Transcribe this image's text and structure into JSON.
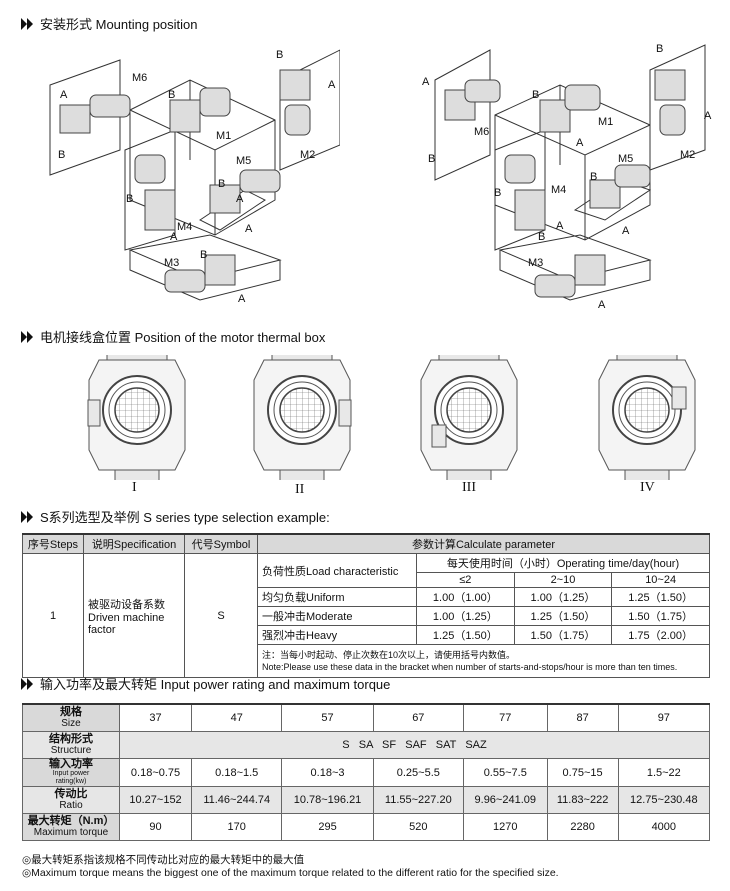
{
  "sections": {
    "mounting": "安装形式 Mounting position",
    "thermal": "电机接线盒位置 Position of the motor thermal box",
    "selection": "S系列选型及举例 S series type selection example:",
    "power": "输入功率及最大转矩 Input power rating and maximum torque"
  },
  "mounting_labels": {
    "A": "A",
    "B": "B",
    "M1": "M1",
    "M2": "M2",
    "M3": "M3",
    "M4": "M4",
    "M5": "M5",
    "M6": "M6"
  },
  "thermal_positions": [
    "I",
    "II",
    "III",
    "IV"
  ],
  "selection_table": {
    "steps_header": "序号Steps",
    "spec_header": "说明Specification",
    "symbol_header": "代号Symbol",
    "calc_header": "参数计算Calculate parameter",
    "load_header": "负荷性质Load characteristic",
    "time_header": "每天使用时间（小时）Operating time/day(hour)",
    "time_cols": [
      "≤2",
      "2~10",
      "10~24"
    ],
    "step": "1",
    "spec_cn": "被驱动设备系数",
    "spec_en1": "Driven machine",
    "spec_en2": "factor",
    "symbol": "S",
    "rows": [
      {
        "load": "均匀负载Uniform",
        "v": [
          "1.00（1.00）",
          "1.00（1.25）",
          "1.25（1.50）"
        ]
      },
      {
        "load": "一般冲击Moderate",
        "v": [
          "1.00（1.25）",
          "1.25（1.50）",
          "1.50（1.75）"
        ]
      },
      {
        "load": "强烈冲击Heavy",
        "v": [
          "1.25（1.50）",
          "1.50（1.75）",
          "1.75（2.00）"
        ]
      }
    ],
    "note_cn": "注：当每小时起动、停止次数在10次以上，请使用括号内数值。",
    "note_en": "Note:Please use these data in the bracket when number of starts-and-stops/hour is more than ten times."
  },
  "power_table": {
    "size_cn": "规格",
    "size_en": "Size",
    "struct_cn": "结构形式",
    "struct_en": "Structure",
    "power_cn": "输入功率",
    "power_en1": "Input power",
    "power_en2": "rating(kw)",
    "ratio_cn": "传动比",
    "ratio_en": "Ratio",
    "torque_cn": "最大转矩（N.m）",
    "torque_en": "Maximum torque",
    "sizes": [
      "37",
      "47",
      "57",
      "67",
      "77",
      "87",
      "97"
    ],
    "structure": "S   SA   SF   SAF   SAT   SAZ",
    "power": [
      "0.18~0.75",
      "0.18~1.5",
      "0.18~3",
      "0.25~5.5",
      "0.55~7.5",
      "0.75~15",
      "1.5~22"
    ],
    "ratio": [
      "10.27~152",
      "11.46~244.74",
      "10.78~196.21",
      "11.55~227.20",
      "9.96~241.09",
      "11.83~222",
      "12.75~230.48"
    ],
    "torque": [
      "90",
      "170",
      "295",
      "520",
      "1270",
      "2280",
      "4000"
    ]
  },
  "footnotes": {
    "cn": "◎最大转矩系指该规格不同传动比对应的最大转矩中的最大值",
    "en": "◎Maximum torque means the biggest one of the maximum torque related to the different ratio for the specified size."
  }
}
